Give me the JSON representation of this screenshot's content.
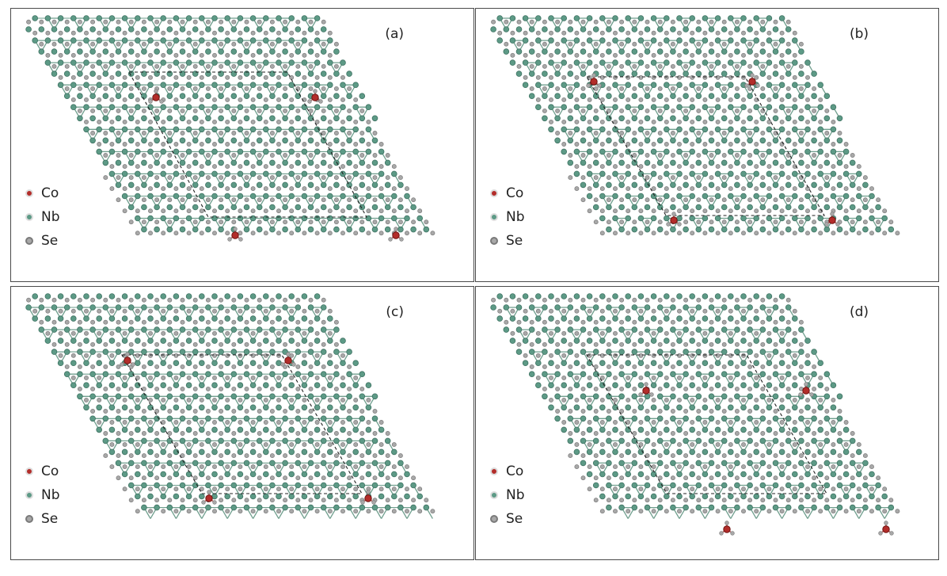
{
  "colors": {
    "co": "#b32d2a",
    "nb": "#5d9a86",
    "se": "#a8a8a8",
    "bond": "#6f9e8d",
    "frame": "#4a4a4a"
  },
  "legend": [
    {
      "label": "Co",
      "color": "#b32d2a"
    },
    {
      "label": "Nb",
      "color": "#5d9a86"
    },
    {
      "label": "Se",
      "color": "#a8a8a8"
    }
  ],
  "panels": [
    {
      "label": "(a)"
    },
    {
      "label": "(b)"
    },
    {
      "label": "(c)"
    },
    {
      "label": "(d)"
    }
  ]
}
